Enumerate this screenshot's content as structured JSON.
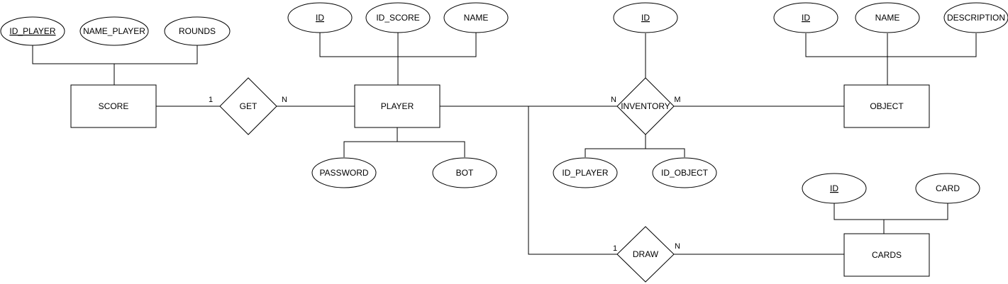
{
  "diagram": {
    "entities": {
      "score": "SCORE",
      "player": "PLAYER",
      "object": "OBJECT",
      "cards": "CARDS"
    },
    "relationships": {
      "get": "GET",
      "inventory": "INVENTORY",
      "draw": "DRAW"
    },
    "attributes": {
      "score_id_player": "ID_PLAYER",
      "score_name_player": "NAME_PLAYER",
      "score_rounds": "ROUNDS",
      "player_id": "ID",
      "player_id_score": "ID_SCORE",
      "player_name": "NAME",
      "player_password": "PASSWORD",
      "player_bot": "BOT",
      "inventory_id": "ID",
      "inventory_id_player": "ID_PLAYER",
      "inventory_id_object": "ID_OBJECT",
      "object_id": "ID",
      "object_name": "NAME",
      "object_description": "DESCRIPTION",
      "cards_id": "ID",
      "cards_card": "CARD"
    },
    "cardinalities": {
      "score_get": "1",
      "get_player": "N",
      "player_inventory": "N",
      "inventory_object": "M",
      "player_draw": "1",
      "draw_cards": "N"
    }
  }
}
